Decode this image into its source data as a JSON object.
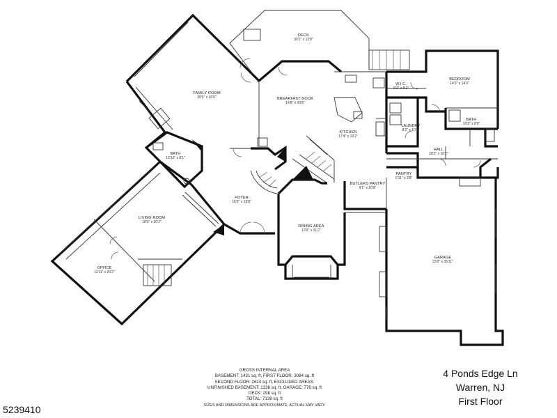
{
  "rooms": [
    {
      "id": "deck",
      "name": "DECK",
      "dims": "30'2\" x 13'8\""
    },
    {
      "id": "family-room",
      "name": "FAMILY ROOM",
      "dims": "28'5\" x 16'0\""
    },
    {
      "id": "breakfast-nook",
      "name": "BREAKFAST NOOK",
      "dims": "14'8\" x 20'8\""
    },
    {
      "id": "wic",
      "name": "W.I.C.",
      "dims": "6'2\" x 5'2\""
    },
    {
      "id": "bedroom",
      "name": "BEDROOM",
      "dims": "14'9\" x 14'0\""
    },
    {
      "id": "laundry",
      "name": "LAUNDRY",
      "dims": "8'2\" x 10'1\""
    },
    {
      "id": "bath-right",
      "name": "BATH",
      "dims": "10'3\" x 8'0\""
    },
    {
      "id": "kitchen",
      "name": "KITCHEN",
      "dims": "17'4\" x 19'2\""
    },
    {
      "id": "hall",
      "name": "HALL",
      "dims": "20'2\" x 10'2\""
    },
    {
      "id": "bath-left",
      "name": "BATH",
      "dims": "10'10\" x 8'1\""
    },
    {
      "id": "pantry",
      "name": "PANTRY",
      "dims": "6'11\" x 3'8\""
    },
    {
      "id": "butlers-pantry",
      "name": "BUTLERS PANTRY",
      "dims": "9'1\" x 10'9\""
    },
    {
      "id": "foyer",
      "name": "FOYER",
      "dims": "16'3\" x 13'8\""
    },
    {
      "id": "living-room",
      "name": "LIVING ROOM",
      "dims": "18'0\" x 20'2\""
    },
    {
      "id": "dining-area",
      "name": "DINING AREA",
      "dims": "13'9\" x 21'2\""
    },
    {
      "id": "garage",
      "name": "GARAGE",
      "dims": "23'2\" x 35'11\""
    },
    {
      "id": "office",
      "name": "OFFICE",
      "dims": "11'11\" x 20'2\""
    }
  ],
  "area_summary": {
    "heading": "GROSS INTERNAL AREA",
    "lines": [
      "BASEMENT: 1431 sq. ft, FIRST FLOOR: 3084 sq. ft",
      "SECOND FLOOR: 2624 sq. ft, EXCLUDED AREAS:",
      "UNFINISHED BASEMENT: 1336 sq. ft, GARAGE: 778 sq. ft",
      "DECK: 298 sq. ft",
      "TOTAL: 7139 sq. ft"
    ],
    "note": "SIZES AND DIMENSIONS ARE APPROXIMATE, ACTUAL MAY VARY."
  },
  "address": {
    "street": "4 Ponds Edge Ln",
    "city": "Warren, NJ",
    "floor": "First Floor"
  },
  "listing_id": "5239410"
}
